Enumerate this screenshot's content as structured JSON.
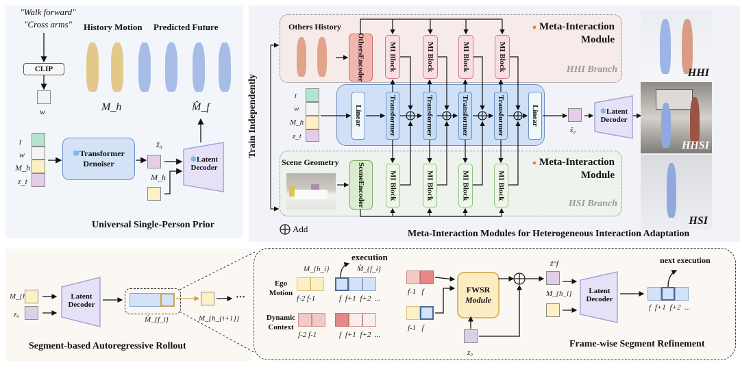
{
  "prior_panel": {
    "text_prompts": [
      "\"Walk forward\"",
      "\"Cross arms\""
    ],
    "clip_label": "CLIP",
    "w_label": "w",
    "history_motion_label": "History Motion",
    "predicted_future_label": "Predicted Future",
    "mh_label": "M_h",
    "mf_hat_label": "M̂_f",
    "input_tokens": [
      "t",
      "w",
      "M_h",
      "z_t"
    ],
    "transformer_denoiser_label": [
      "Transformer",
      "Denoiser"
    ],
    "z0_hat_label": "ẑ₀",
    "mh_label_2": "M_h",
    "latent_decoder_label": [
      "Latent",
      "Decoder"
    ],
    "caption": "Universal Single-Person Prior"
  },
  "mi_panel": {
    "train_independently": "Train Independently",
    "others_history_label": "Others History",
    "others_encoder_label": [
      "Others",
      "Encoder"
    ],
    "mi_block_label": "MI Block",
    "mi_blocks_top_count": 4,
    "mi_blocks_bottom_count": 4,
    "hhi_module_title": [
      "Meta-Interaction",
      "Module"
    ],
    "hhi_branch_label": "HHI Branch",
    "input_tokens": [
      "t",
      "w",
      "M_h",
      "z_t"
    ],
    "linear_label": "Linear",
    "transformer_label": "Transformer",
    "transformer_count": 4,
    "z0_hat_label": "ẑ₀",
    "latent_decoder_label": [
      "Latent",
      "Decoder"
    ],
    "scene_geometry_label": "Scene Geometry",
    "scene_encoder_label": [
      "Scene",
      "Encoder"
    ],
    "hsi_module_title": [
      "Meta-Interaction",
      "Module"
    ],
    "hsi_branch_label": "HSI Branch",
    "add_legend": "Add",
    "caption": "Meta-Interaction Modules for Heterogeneous Interaction Adaptation",
    "result_labels": [
      "HHI",
      "HHSI",
      "HSI"
    ]
  },
  "rollout_panel": {
    "mh_i_label": "M_{h_i}",
    "z0_label": "z₀",
    "latent_decoder_label": [
      "Latent",
      "Decoder"
    ],
    "mf_i_label": "M̂_{f_i}",
    "mh_i1_label": "M_{h_{i+1}}",
    "ellipsis": "···",
    "caption": "Segment-based Autoregressive Rollout"
  },
  "refine_panel": {
    "execution_label": "execution",
    "ego_motion_label": [
      "Ego",
      "Motion"
    ],
    "dynamic_context_label": [
      "Dynamic",
      "Context"
    ],
    "mh_i_label": "M_{h_i}",
    "mf_i_label": "M̂_{f_i}",
    "frames_past": [
      "f-2",
      "f-1"
    ],
    "frames_future": [
      "f",
      "f+1",
      "f+2",
      "..."
    ],
    "frames_pair": [
      "f-1",
      "f"
    ],
    "fwsr_label": "FWSR",
    "fwsr_module": "Module",
    "z0_label": "z₀",
    "zf_hat_label": "ẑ^f",
    "mh_i_label_2": "M_{h_i}",
    "latent_decoder_label": [
      "Latent",
      "Decoder"
    ],
    "next_execution_label": "next execution",
    "out_frames": [
      "f",
      "f+1",
      "f+2",
      "..."
    ],
    "caption": "Frame-wise Segment Refinement"
  },
  "colors": {
    "token_t": "#b5e3d2",
    "token_w": "#f4f4f6",
    "token_mh": "#fdf0c4",
    "token_z": "#e3cde9",
    "denoiser_fill": "#d4e2f7",
    "denoiser_border": "#6f8fc4",
    "decoder_fill": "#e5e2f8",
    "decoder_border": "#a8a0d8",
    "others_fill": "#f2b6b0",
    "others_border": "#c96d6a",
    "mi_top_fill": "#f8dde2",
    "mi_top_border": "#c67b8b",
    "mi_bottom_fill": "#eef7e7",
    "mi_bottom_border": "#93bf82",
    "scene_enc_fill": "#d9ecce",
    "transformer_fill": "#c5def5",
    "main_box_fill": "#cfe0f7",
    "main_box_border": "#6f8fc4",
    "fwsr_fill": "#fcecc4",
    "fwsr_border": "#d8b765",
    "flame": "#f07b3a",
    "snowflake": "#6fb1e9"
  }
}
